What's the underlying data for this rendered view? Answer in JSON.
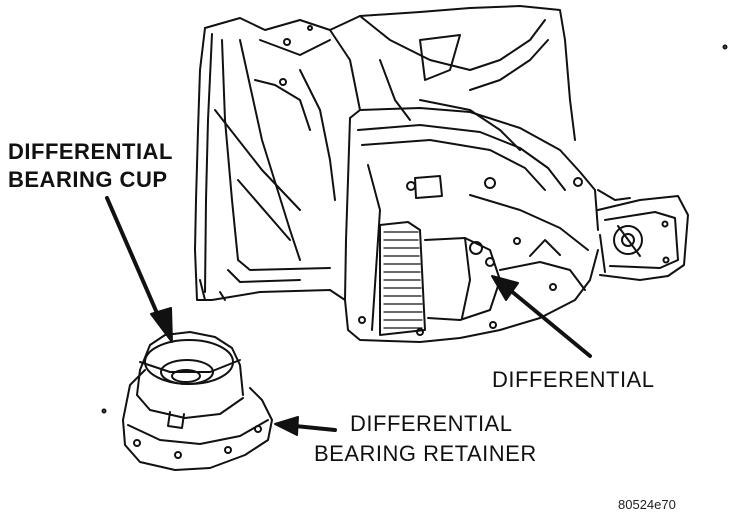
{
  "labels": {
    "cup_line1": "DIFFERENTIAL",
    "cup_line2": "BEARING CUP",
    "differential": "DIFFERENTIAL",
    "retainer_line1": "DIFFERENTIAL",
    "retainer_line2": "BEARING RETAINER"
  },
  "figure_code": "80524e70",
  "colors": {
    "ink": "#111111",
    "paper": "#ffffff"
  }
}
